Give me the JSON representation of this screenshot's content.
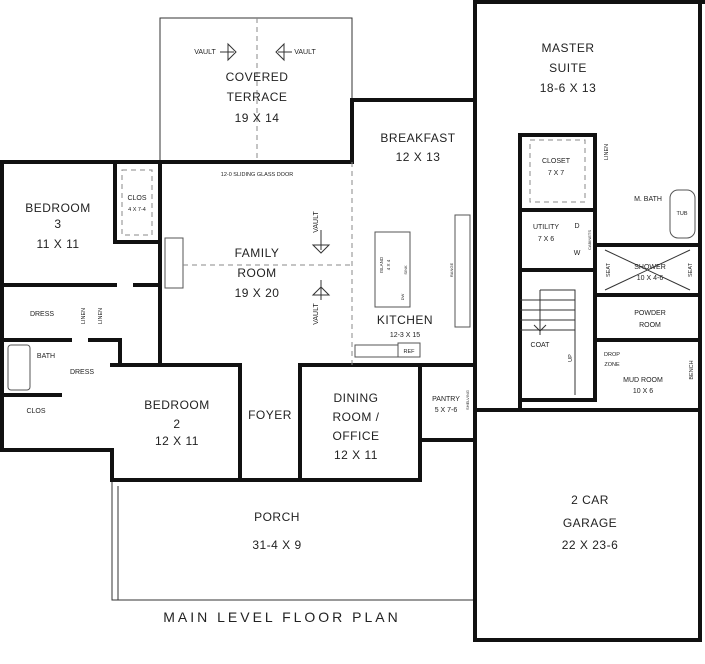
{
  "title": "MAIN LEVEL FLOOR PLAN",
  "rooms": {
    "terrace": {
      "name1": "COVERED",
      "name2": "TERRACE",
      "dims": "19 X 14"
    },
    "sliding_door": "12-0 SLIDING GLASS DOOR",
    "vault": "VAULT",
    "bedroom3": {
      "name": "BEDROOM",
      "num": "3",
      "dims": "11 X 11"
    },
    "clos3": {
      "name": "CLOS",
      "dims": "4 X 7-4"
    },
    "family": {
      "name1": "FAMILY",
      "name2": "ROOM",
      "dims": "19 X 20"
    },
    "breakfast": {
      "name": "BREAKFAST",
      "dims": "12 X 13"
    },
    "master": {
      "name1": "MASTER",
      "name2": "SUITE",
      "dims": "18-6 X 13"
    },
    "closet": {
      "name": "CLOSET",
      "dims": "7 X 7"
    },
    "linen": "LINEN",
    "mbath": "M. BATH",
    "tub": "TUB",
    "utility": {
      "name": "UTILITY",
      "dims": "7 X 6",
      "d": "D",
      "w": "W",
      "cabinets": "CABINETS"
    },
    "shower": {
      "name": "SHOWER",
      "dims": "10 X 4-6"
    },
    "seat": "SEAT",
    "powder": {
      "name1": "POWDER",
      "name2": "ROOM"
    },
    "coat": "COAT",
    "up": "UP",
    "drop_zone": {
      "l1": "DROP",
      "l2": "ZONE"
    },
    "mud": {
      "name": "MUD ROOM",
      "dims": "10 X 6"
    },
    "bench": "BENCH",
    "kitchen": {
      "name": "KITCHEN",
      "dims": "12-3 X 15",
      "ref": "REF",
      "range": "RANGE",
      "island": "ISLAND",
      "island_dims": "4 X 4",
      "sink": "SINK",
      "dw": "DW"
    },
    "dress": "DRESS",
    "bath": "BATH",
    "clos": "CLOS",
    "bedroom2": {
      "name": "BEDROOM",
      "num": "2",
      "dims": "12 X 11"
    },
    "foyer": "FOYER",
    "dining": {
      "l1": "DINING",
      "l2": "ROOM /",
      "l3": "OFFICE",
      "dims": "12 X 11"
    },
    "pantry": {
      "name": "PANTRY",
      "dims": "5 X 7-6",
      "shelving": "SHELVING"
    },
    "porch": {
      "name": "PORCH",
      "dims": "31-4 X 9"
    },
    "garage": {
      "l1": "2 CAR",
      "l2": "GARAGE",
      "dims": "22 X 23-6"
    }
  }
}
